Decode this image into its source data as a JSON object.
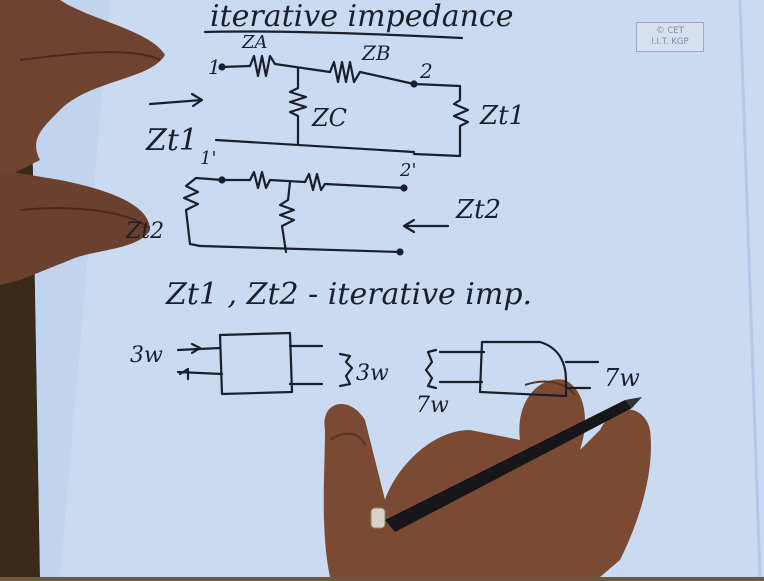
{
  "stamp": {
    "line1": "© CET",
    "line2": "I.I.T. KGP"
  },
  "heading": "iterative impedance",
  "labels": {
    "za": "ZA",
    "zb": "ZB",
    "zc": "ZC",
    "zt1": "Zt1",
    "zt2": "Zt2",
    "zt1_right": "Zt1",
    "zt2_left": "Zt2",
    "node1": "1",
    "node2": "2",
    "node1p": "1'",
    "node2p": "2'",
    "definition": "Zt1 , Zt2  -  iterative imp.",
    "left_in": "3w",
    "mid_right": "3w",
    "mid_left": "7w",
    "right_out": "7w"
  },
  "colors": {
    "paper": "#c9daf1",
    "ink": "#1b1f2c",
    "stamp_text": "#7d8aa6",
    "skin": "#7a4a33",
    "pen": "#16161a"
  }
}
